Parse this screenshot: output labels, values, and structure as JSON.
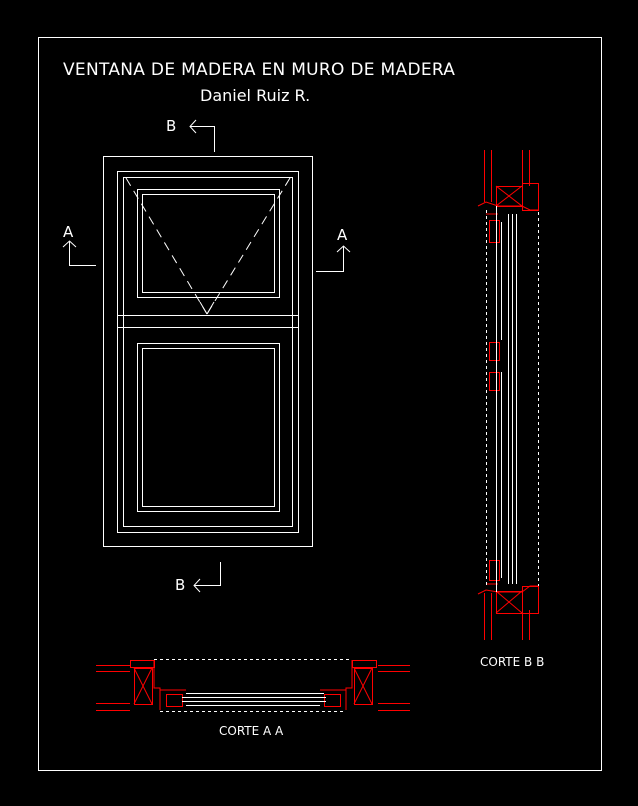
{
  "drawing": {
    "title": "VENTANA DE MADERA EN MURO DE MADERA",
    "author": "Daniel Ruiz R.",
    "section_a_label": "A",
    "section_b_label": "B",
    "section_aa_caption": "CORTE A A",
    "section_bb_caption": "CORTE B B"
  },
  "colors": {
    "background": "#000000",
    "linework": "#ffffff",
    "section": "#ff0000"
  }
}
